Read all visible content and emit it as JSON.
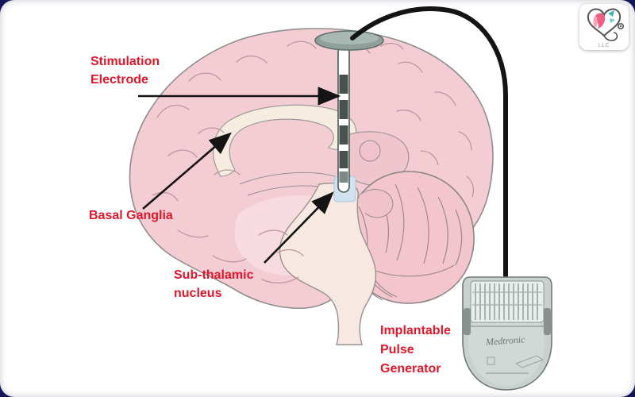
{
  "logo": {
    "caption": "LLC"
  },
  "labels": {
    "stimulation_electrode": {
      "line1": "Stimulation",
      "line2": "Electrode"
    },
    "basal_ganglia": {
      "line1": "Basal Ganglia"
    },
    "subthalamic_nucleus": {
      "line1": "Sub-thalamic",
      "line2": "nucleus"
    },
    "pulse_generator": {
      "line1": "Implantable",
      "line2": "Pulse",
      "line3": "Generator"
    }
  },
  "device": {
    "brand": "Medtronic"
  },
  "colors": {
    "label_red": "#e0162b",
    "frame_navy": "#15155a",
    "brain_pink": "#f4ccd4",
    "inner_cream": "#f6ecdf",
    "brainstem_cream": "#f7e9e2",
    "cerebellum_pink": "#f3c6ce",
    "cable_black": "#141414",
    "device_gray": "#c9d1ce",
    "cap_gray": "#8fa09c",
    "tip_highlight_blue": "#cfe2ee",
    "logo_pink": "#ef5f80",
    "logo_teal": "#35b8ae"
  }
}
